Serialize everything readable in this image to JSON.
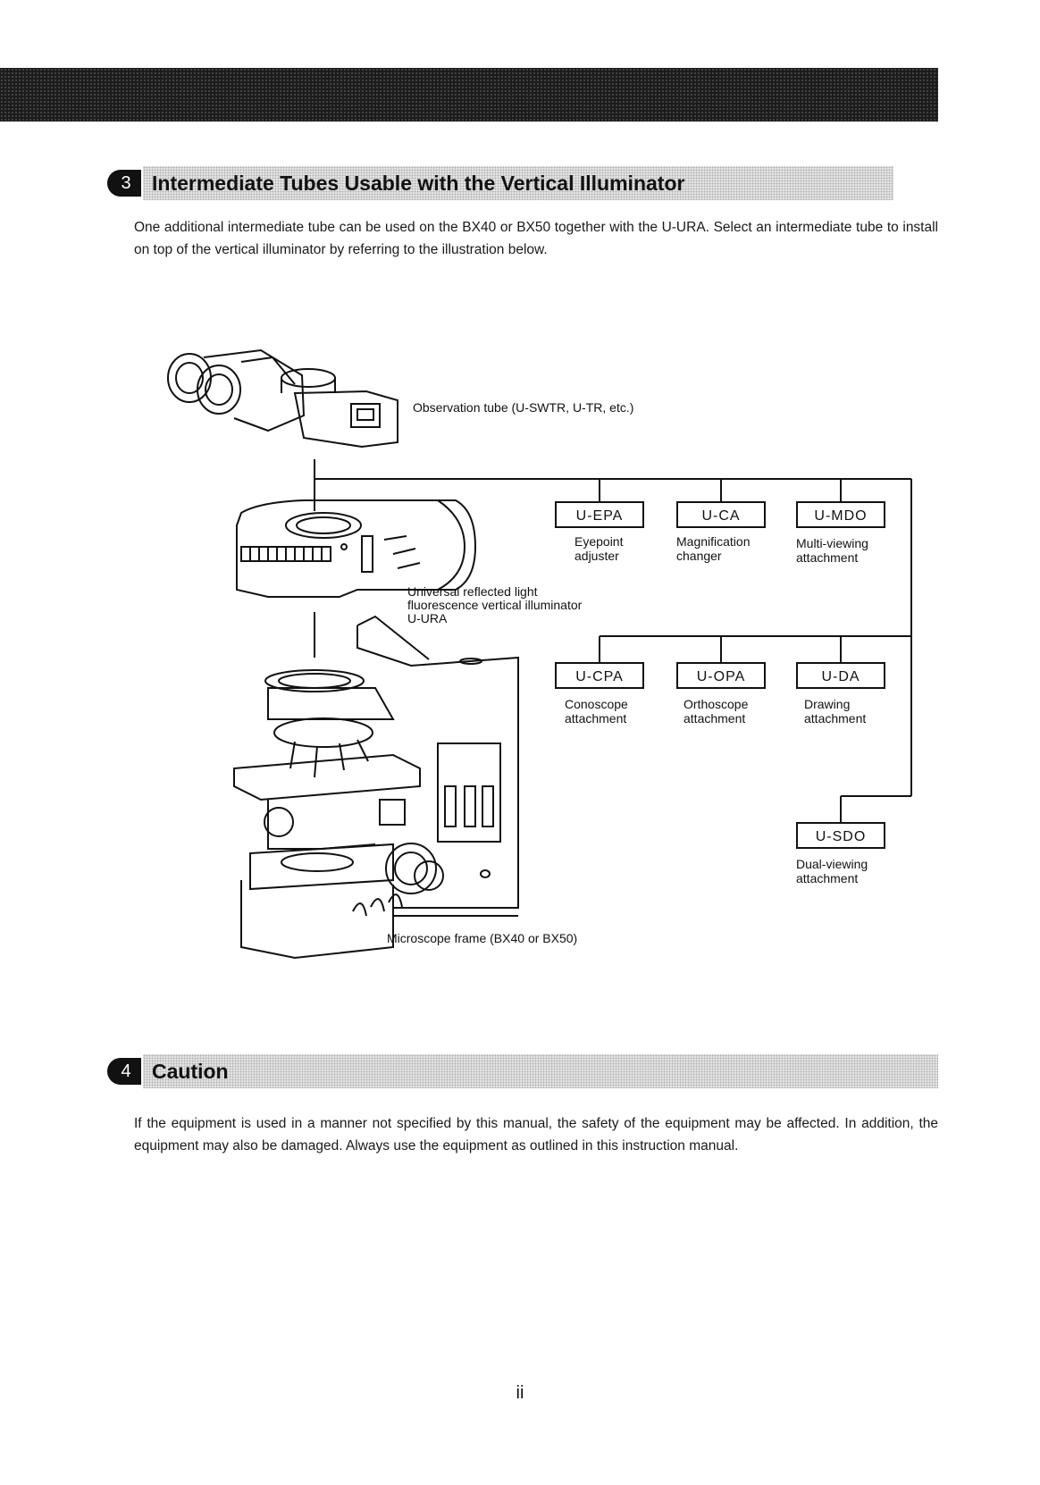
{
  "section3": {
    "number": "3",
    "title": "Intermediate Tubes Usable with the Vertical Illuminator",
    "body": "One additional intermediate tube can be used on the BX40 or BX50 together with the U-URA. Select an intermediate tube to install on top of the vertical illuminator by referring to the illustration below."
  },
  "diagram": {
    "observation_tube": "Observation tube (U-SWTR, U-TR, etc.)",
    "illuminator_line1": "Universal reflected light",
    "illuminator_line2": "fluorescence vertical illuminator",
    "illuminator_line3": "U-URA",
    "frame": "Microscope frame (BX40 or BX50)",
    "row1": [
      {
        "code": "U-EPA",
        "desc1": "Eyepoint",
        "desc2": "adjuster"
      },
      {
        "code": "U-CA",
        "desc1": "Magnification",
        "desc2": "changer"
      },
      {
        "code": "U-MDO",
        "desc1": "Multi-viewing",
        "desc2": "attachment"
      }
    ],
    "row2": [
      {
        "code": "U-CPA",
        "desc1": "Conoscope",
        "desc2": "attachment"
      },
      {
        "code": "U-OPA",
        "desc1": "Orthoscope",
        "desc2": "attachment"
      },
      {
        "code": "U-DA",
        "desc1": "Drawing",
        "desc2": "attachment"
      }
    ],
    "row3": [
      {
        "code": "U-SDO",
        "desc1": "Dual-viewing",
        "desc2": "attachment"
      }
    ]
  },
  "section4": {
    "number": "4",
    "title": "Caution",
    "body": "If the equipment is used in a manner not specified by this manual, the safety of the equipment may be affected. In addition, the equipment may also be damaged. Always use the equipment as outlined in this instruction manual."
  },
  "page_number": "ii"
}
